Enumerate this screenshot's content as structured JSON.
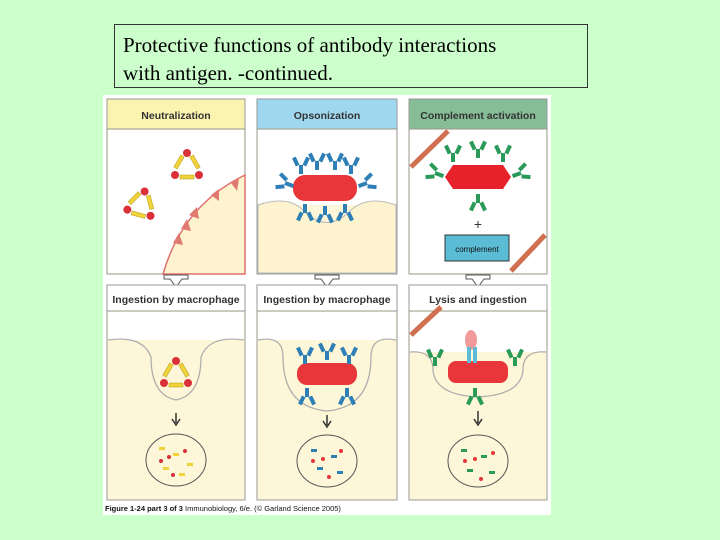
{
  "title": {
    "line1": "Protective functions of antibody interactions",
    "line2": "with antigen. -continued."
  },
  "figure": {
    "top_panels": [
      "Neutralization",
      "Opsonization",
      "Complement activation"
    ],
    "bottom_panels": [
      "Ingestion by macrophage",
      "Ingestion by macrophage",
      "Lysis and ingestion"
    ],
    "plus_sign": "+",
    "complement_label": "complement",
    "caption_bold": "Figure 1-24 part 3 of 3",
    "caption_rest": " Immunobiology, 6/e. (© Garland Science 2005)",
    "colors": {
      "header_yellow": "#fbf3b0",
      "header_blue": "#9fd8ee",
      "header_green": "#86bc96",
      "cell_bg": "#fdf6d8",
      "antibody_yellow": "#f0d23a",
      "antibody_blue": "#2e7fb5",
      "antibody_green": "#2a9a5a",
      "bacterium_red": "#e8363a",
      "toxin_red": "#d9303a"
    }
  }
}
